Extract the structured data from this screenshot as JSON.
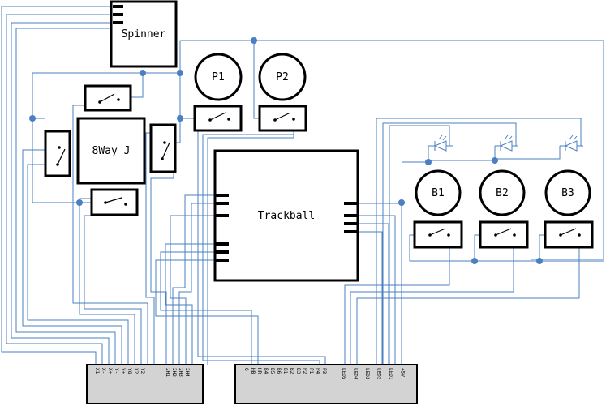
{
  "components": {
    "spinner": "Spinner",
    "p1": "P1",
    "p2": "P2",
    "joystick": "8Way J",
    "trackball": "Trackball",
    "b1": "B1",
    "b2": "B2",
    "b3": "B3"
  },
  "connector_left_pins": [
    "X1",
    "X-",
    "X+",
    "Y-",
    "Y+",
    "YG",
    "X2",
    "Y2",
    "2H1",
    "2H2",
    "2H3",
    "2H4"
  ],
  "connector_right_pins": [
    "G",
    "HB",
    "HR",
    "B4",
    "B5",
    "B6",
    "B1",
    "B2",
    "B3",
    "P2",
    "P1",
    "P4",
    "P3",
    "LED5",
    "LED4",
    "LED3",
    "LED2",
    "LED1",
    "+5V"
  ],
  "colors": {
    "wire": "#4a7fc1",
    "connector_fill": "#d3d3d3"
  }
}
